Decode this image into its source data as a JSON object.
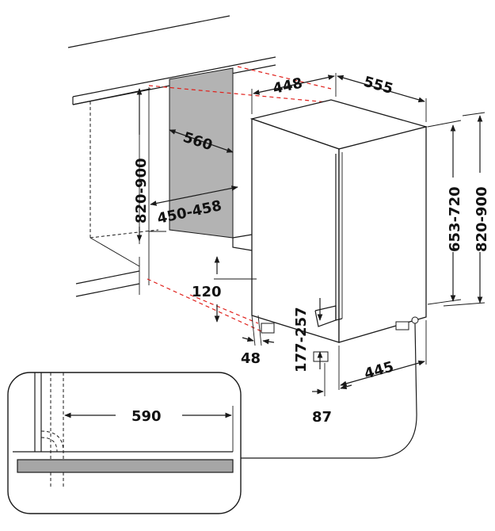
{
  "diagram": {
    "labels": {
      "depth_top": "448",
      "width_top": "555",
      "niche_width": "560",
      "niche_height": "820-900",
      "niche_depth": "450-458",
      "appliance_height": "653-720",
      "total_height": "820-900",
      "plinth_height": "120",
      "plinth_offset": "48",
      "foot_height": "177-257",
      "base_depth": "445",
      "foot_offset": "87",
      "detail_width": "590"
    },
    "colors": {
      "line": "#1a1a1a",
      "dashed_guide": "#e0201b",
      "niche_fill": "#b3b3b3",
      "worktop_fill": "#a6a6a6"
    }
  }
}
